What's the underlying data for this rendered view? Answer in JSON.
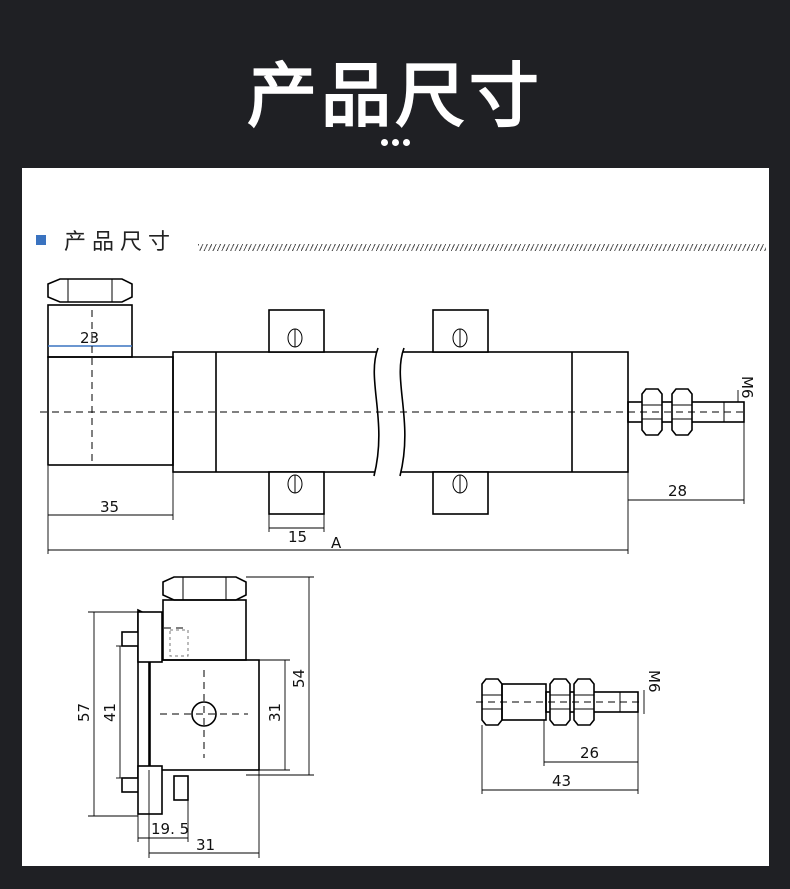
{
  "banner": {
    "title": "产品尺寸"
  },
  "section": {
    "title": "产品尺寸"
  },
  "dimensions": {
    "top_view": {
      "d23": "23",
      "d35": "35",
      "d15": "15",
      "dA": "A",
      "d28": "28",
      "dM6": "M6"
    },
    "side_view": {
      "d57": "57",
      "d41": "41",
      "d54": "54",
      "d31v": "31",
      "d19_5": "19. 5",
      "d31h": "31"
    },
    "rod_end": {
      "dM6": "M6",
      "d26": "26",
      "d43": "43"
    }
  },
  "colors": {
    "background": "#1f2024",
    "panel": "#ffffff",
    "accent": "#3a73c0"
  }
}
